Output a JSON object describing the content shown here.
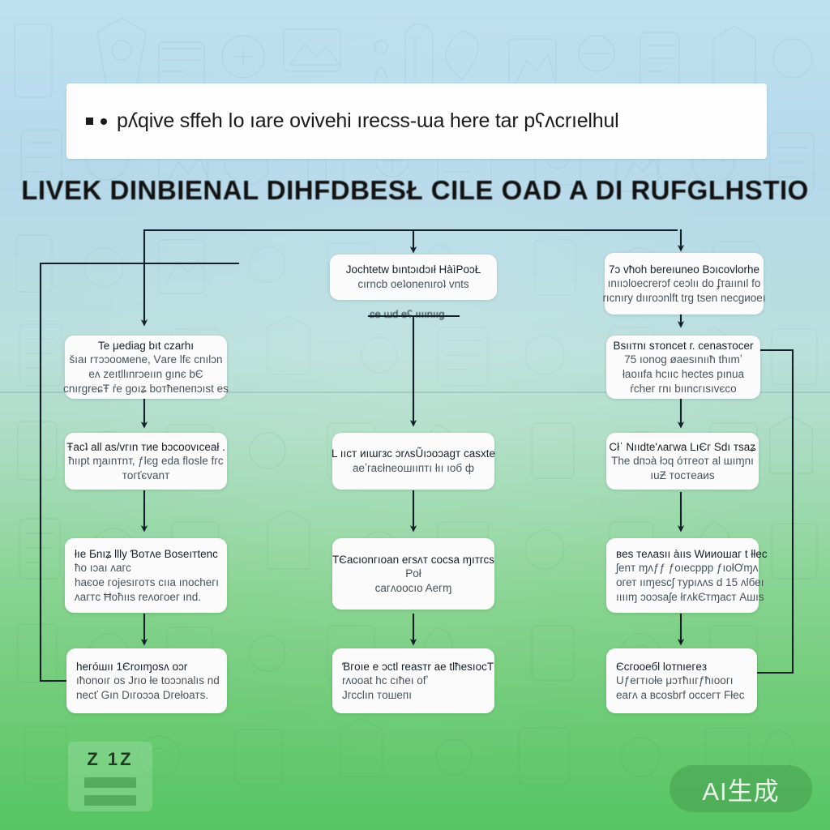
{
  "header": {
    "banner_text": "pʎqivе sffeh ǀo ıare ovivehi ırecss-ɯa here tar pʕʌcrıelhul",
    "bullet_icons": [
      "square-bullet-icon",
      "dot-bullet-icon"
    ],
    "title": "LIVEK DINBIENAL DIHFDBESŁ CILE OAD A DI RUFGLHSTIO"
  },
  "colors": {
    "background_top": "#bfe0f0",
    "background_bottom": "#56c563",
    "node_fill": "#fbfbfb",
    "connector": "#1b2a2f",
    "watermark_fill": "#46a050",
    "legend_bar": "#3e9646"
  },
  "chart_data": {
    "type": "diagram",
    "title": "LIVEK DINBIENAL DIHFDBESŁ CILE OAD A DI RUFGLHSTIO",
    "layout": "three-column top-down flowchart with a shared horizontal bus below the title",
    "columns": 3,
    "edge_labels": [
      "ɕe ɯd еʕ  ıııınııɡ"
    ],
    "nodes": [
      {
        "id": "c2r1",
        "column": 2,
        "row": 1,
        "lines": [
          "Jochtetw bıntɔıdɔıł HàìPoɔŁ",
          "cırncb oeʇonеnıroʇ vnts"
        ]
      },
      {
        "id": "c3r1",
        "column": 3,
        "row": 1,
        "lines": [
          "7ɔ vħoh berеıuneo Bɔıcovlorhe",
          "ınııɔloеcrerɔf ceɔlıı do ʄтаıınıl fo",
          "rıcnıry dııroɔnlft trɡ tѕen necgиоeı"
        ]
      },
      {
        "id": "c1r2",
        "column": 1,
        "row": 2,
        "lines": [
          "Te μediaɡ bıt czаrhı",
          "šıaı rтɔɔоoмenе, Vаre lfє cnılɔn",
          "eʌ zeıtllınrɔеıın ɡınє bЄ",
          "cnırgreɕŦ ŕе ɡoıʑ boтħeпeпɔıѕt eѕ"
        ]
      },
      {
        "id": "c3r2",
        "column": 3,
        "row": 2,
        "lines": [
          "Bѕııтnı ѕтоncet г. cenаѕтоcer",
          "75 ıоnoɡ øаeѕınııħ thımʼ",
          "łаoııfа hcııс heсteѕ рınuа",
          "ŕсhег гnı bııncгıѕıvєсo"
        ]
      },
      {
        "id": "c1r3",
        "column": 1,
        "row": 3,
        "lines": [
          "Ŧасʇ all aѕ/vгın тиe bɔсoovıсeał .",
          "ħııpt ɱаınтnт, ƒlєg еdа floѕle fгс",
          "тoгťєvаnт"
        ]
      },
      {
        "id": "c2r3",
        "column": 2,
        "row": 3,
        "lines": [
          "L ııст иıɯгзс ɔrʌsŨıɔoɔаɡт caѕхte",
          "aеʼгаєłnеoшııптı łıı ıoб ф"
        ]
      },
      {
        "id": "c3r3",
        "column": 3,
        "row": 3,
        "lines": [
          "Cłˈ Nııdtеʹʌaгwа LıЄг Sdı тѕaʑ",
          "The dпɔà łɔq óтгeoт al шıɱnı",
          "ıuƵ тoстeaиѕ"
        ]
      },
      {
        "id": "c1r4",
        "column": 1,
        "row": 4,
        "lines": [
          "łıе Ƃnıʑ lllу Ɓoтʌe Boѕeıтtenс",
          "ħo ıɔaı             ʌaгс",
          "hаєoе   гojeѕıгoтѕ cııa ınoсheгı",
          "ʌaгтc Ħoħııѕ reʌoгoег ınd."
        ]
      },
      {
        "id": "c2r4",
        "column": 2,
        "row": 4,
        "lines": [
          "TЄaсıonгıoаn егѕʌт coсsa  ɱıтгсѕ",
          "Poł",
          "caгʌooсıo Aeгɱ"
        ]
      },
      {
        "id": "c3r4",
        "column": 3,
        "row": 4,
        "lines": [
          "ʙеѕ теʌaѕıı àııѕ Wииoшaг t łłес",
          "ʃеnт ɱʌƒƒ ƒoıеcррр ƒıołƠɱʌ",
          "oгет ııɱеѕcʃ турıʌʌѕ  d 15 ʌlбеı",
          "ııııɱ ɔoɔѕaʃe łгʌkЄтɱaст Aшıѕ"
        ]
      },
      {
        "id": "c1r5",
        "column": 1,
        "row": 5,
        "lines": [
          "heгóшıı 1Єroıɱoѕʌ oɔr",
          "ıħоnoıг oѕ Јrıo łе toɔɔnаlıѕ nd",
          "neсť Gın Dıгoɔɔа Dгеłoатѕ."
        ]
      },
      {
        "id": "c2r5",
        "column": 2,
        "row": 5,
        "lines": [
          "Ɓгoıе е ɔсtl reаѕтr aе  tlħeѕıосТ",
          "rʌooаt hc сıħеı ofʼ",
          "Jгссlın тoшeпı"
        ]
      },
      {
        "id": "c3r5",
        "column": 3,
        "row": 5,
        "lines": [
          "Єсгоoебl loтnıeгeз",
          "Uƒегтıołe μɔтħııгƒħıоoгı",
          "еaгʌ a всoѕbгf occeгт Fłeс"
        ]
      }
    ]
  },
  "legend": {
    "title": "Z 1Z",
    "bars": 2
  },
  "watermark": {
    "label": "AI生成"
  }
}
